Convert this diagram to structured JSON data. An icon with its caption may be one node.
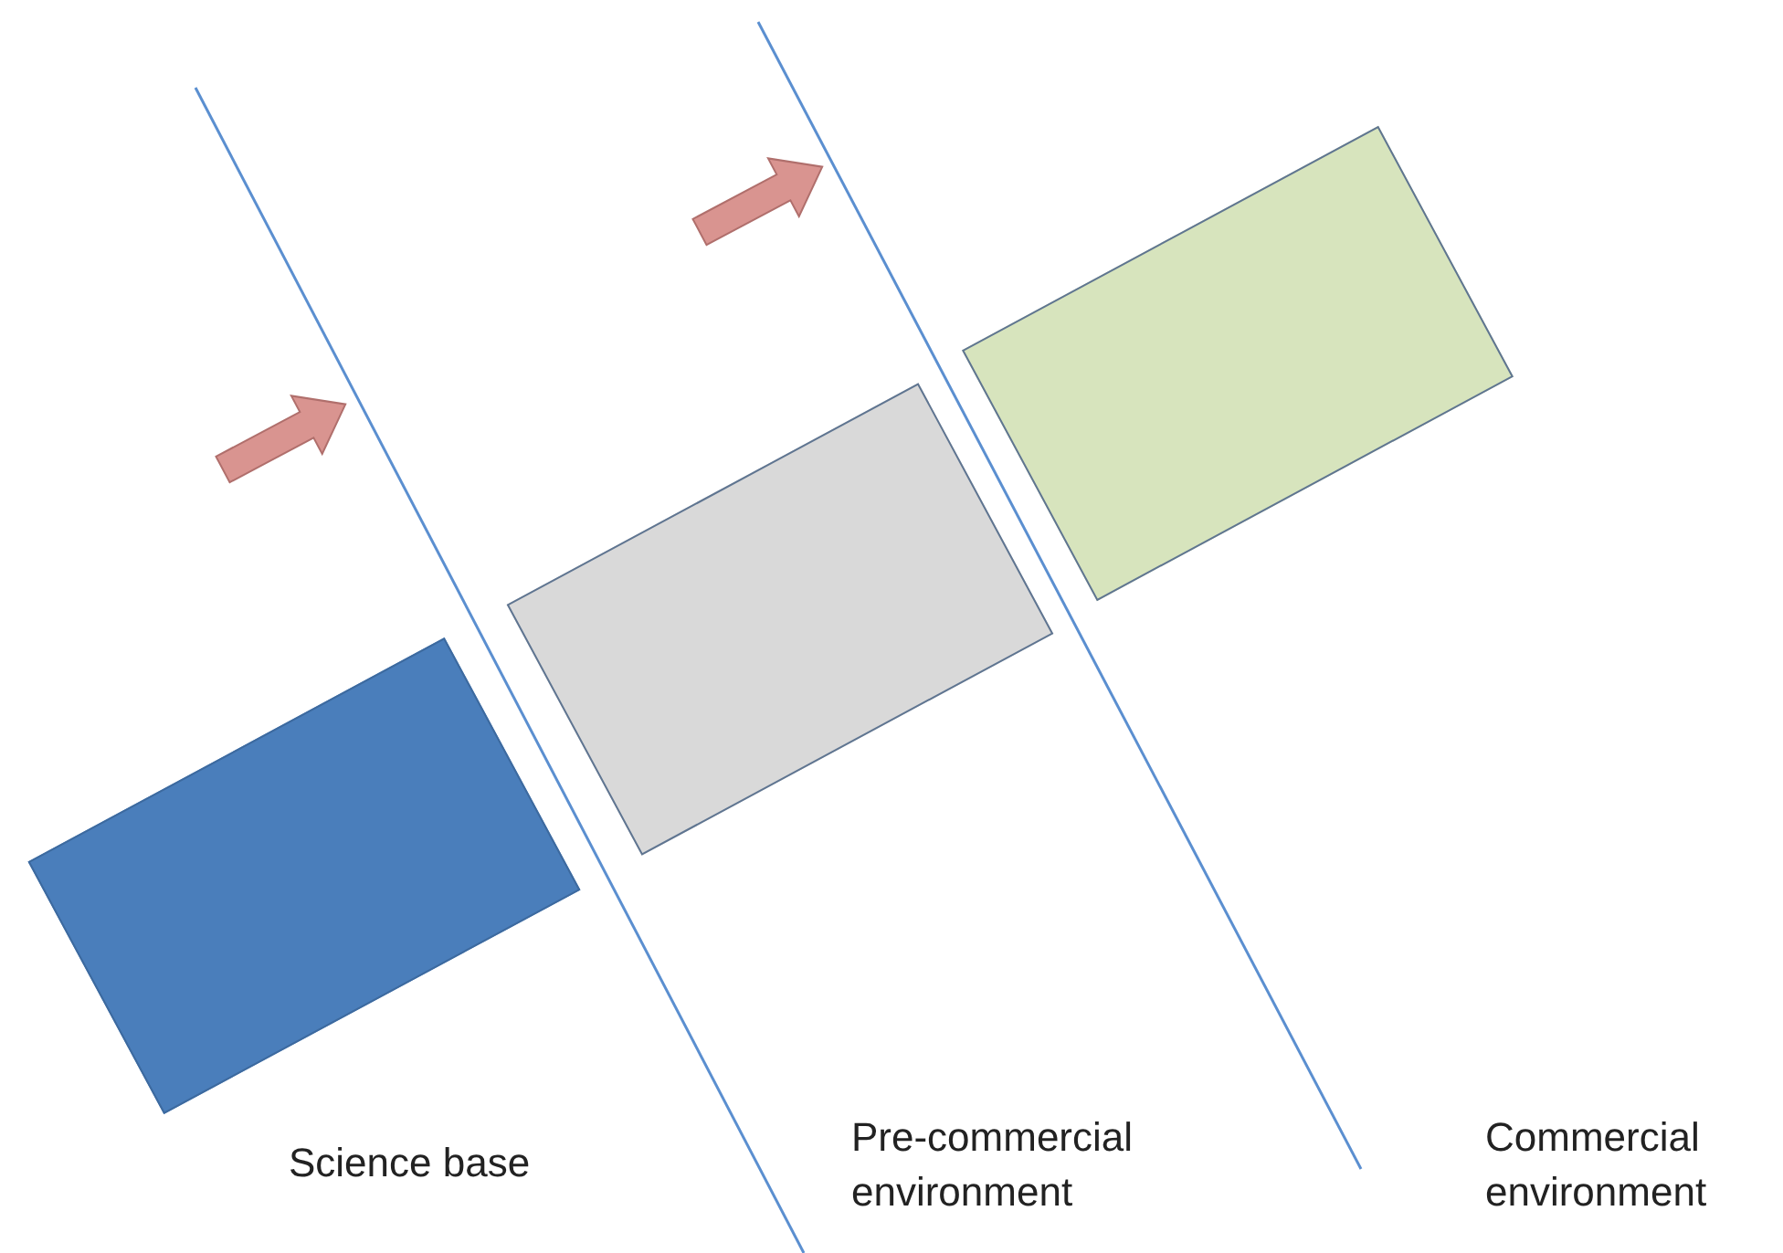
{
  "diagram": {
    "nodes": [
      {
        "text": [],
        "shape": "box"
      },
      {
        "text": [],
        "shape": "box"
      },
      {
        "text": [],
        "shape": "box"
      }
    ],
    "labels": [
      "Science base",
      "Pre-commercial environment",
      "Commercial environment"
    ]
  }
}
